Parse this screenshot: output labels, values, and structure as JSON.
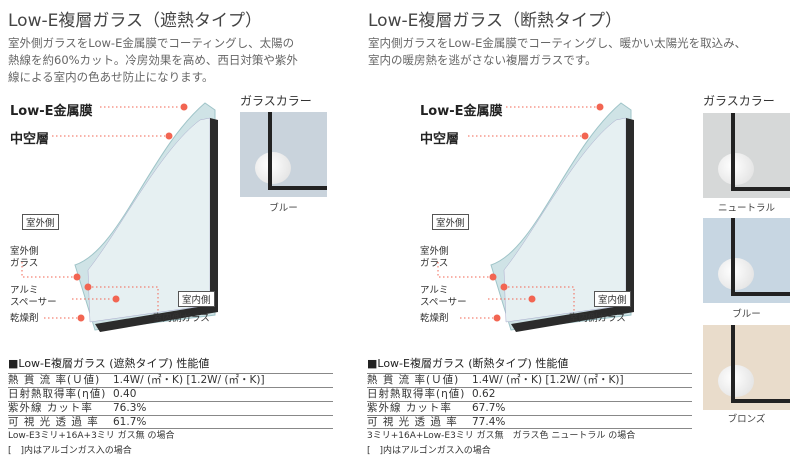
{
  "left": {
    "title": "Low-E複層ガラス（遮熱タイプ）",
    "desc": [
      "室外側ガラスをLow-E金属膜でコーティングし、太陽の",
      "熱線を約60%カット。冷房効果を高め、西日対策や紫外",
      "線による室内の色あせ防止になります。"
    ],
    "labels": {
      "lowe": "Low-E金属膜",
      "hollow": "中空層",
      "outside": "室外側",
      "outside_glass": [
        "室外側",
        "ガラス"
      ],
      "spacer": [
        "アルミ",
        "スペーサー"
      ],
      "desiccant": "乾燥剤",
      "inside": "室内側",
      "inside_glass": "室内側ガラス"
    },
    "color_heading": "ガラスカラー",
    "colors": [
      {
        "name": "ブルー",
        "hex": "#c9d3dc"
      }
    ],
    "table": {
      "heading": "■Low-E複層ガラス (遮熱タイプ) 性能値",
      "rows": [
        [
          "熱 貫 流 率(Ｕ値)",
          "1.4W/ (㎡・K) [1.2W/ (㎡・K)]"
        ],
        [
          "日射熱取得率(η値)",
          "0.40"
        ],
        [
          "紫外線 カット率",
          "76.3%"
        ],
        [
          "可 視 光 透 過 率",
          "61.7%"
        ]
      ],
      "notes": [
        "Low-E3ミリ+16A+3ミリ ガス無 の場合",
        "[　]内はアルゴンガス入の場合"
      ]
    }
  },
  "right": {
    "title": "Low-E複層ガラス（断熱タイプ）",
    "desc": [
      "室内側ガラスをLow-E金属膜でコーティングし、暖かい太陽光を取込み、",
      "室内の暖房熱を逃がさない複層ガラスです。"
    ],
    "labels": {
      "lowe": "Low-E金属膜",
      "hollow": "中空層",
      "outside": "室外側",
      "outside_glass": [
        "室外側",
        "ガラス"
      ],
      "spacer": [
        "アルミ",
        "スペーサー"
      ],
      "desiccant": "乾燥剤",
      "inside": "室内側",
      "inside_glass": "室内側ガラス"
    },
    "color_heading": "ガラスカラー",
    "colors": [
      {
        "name": "ニュートラル",
        "hex": "#d6d8d8"
      },
      {
        "name": "ブルー",
        "hex": "#c7d6e2"
      },
      {
        "name": "ブロンズ",
        "hex": "#e9dccb"
      }
    ],
    "table": {
      "heading": "■Low-E複層ガラス (断熱タイプ) 性能値",
      "rows": [
        [
          "熱 貫 流 率(Ｕ値)",
          "1.4W/ (㎡・K) [1.2W/ (㎡・K)]"
        ],
        [
          "日射熱取得率(η値)",
          "0.62"
        ],
        [
          "紫外線 カット率",
          "67.7%"
        ],
        [
          "可 視 光 透 過 率",
          "77.4%"
        ]
      ],
      "notes": [
        "3ミリ+16A+Low-E3ミリ ガス無　ガラス色 ニュートラル の場合",
        "[　]内はアルゴンガス入の場合"
      ]
    }
  }
}
